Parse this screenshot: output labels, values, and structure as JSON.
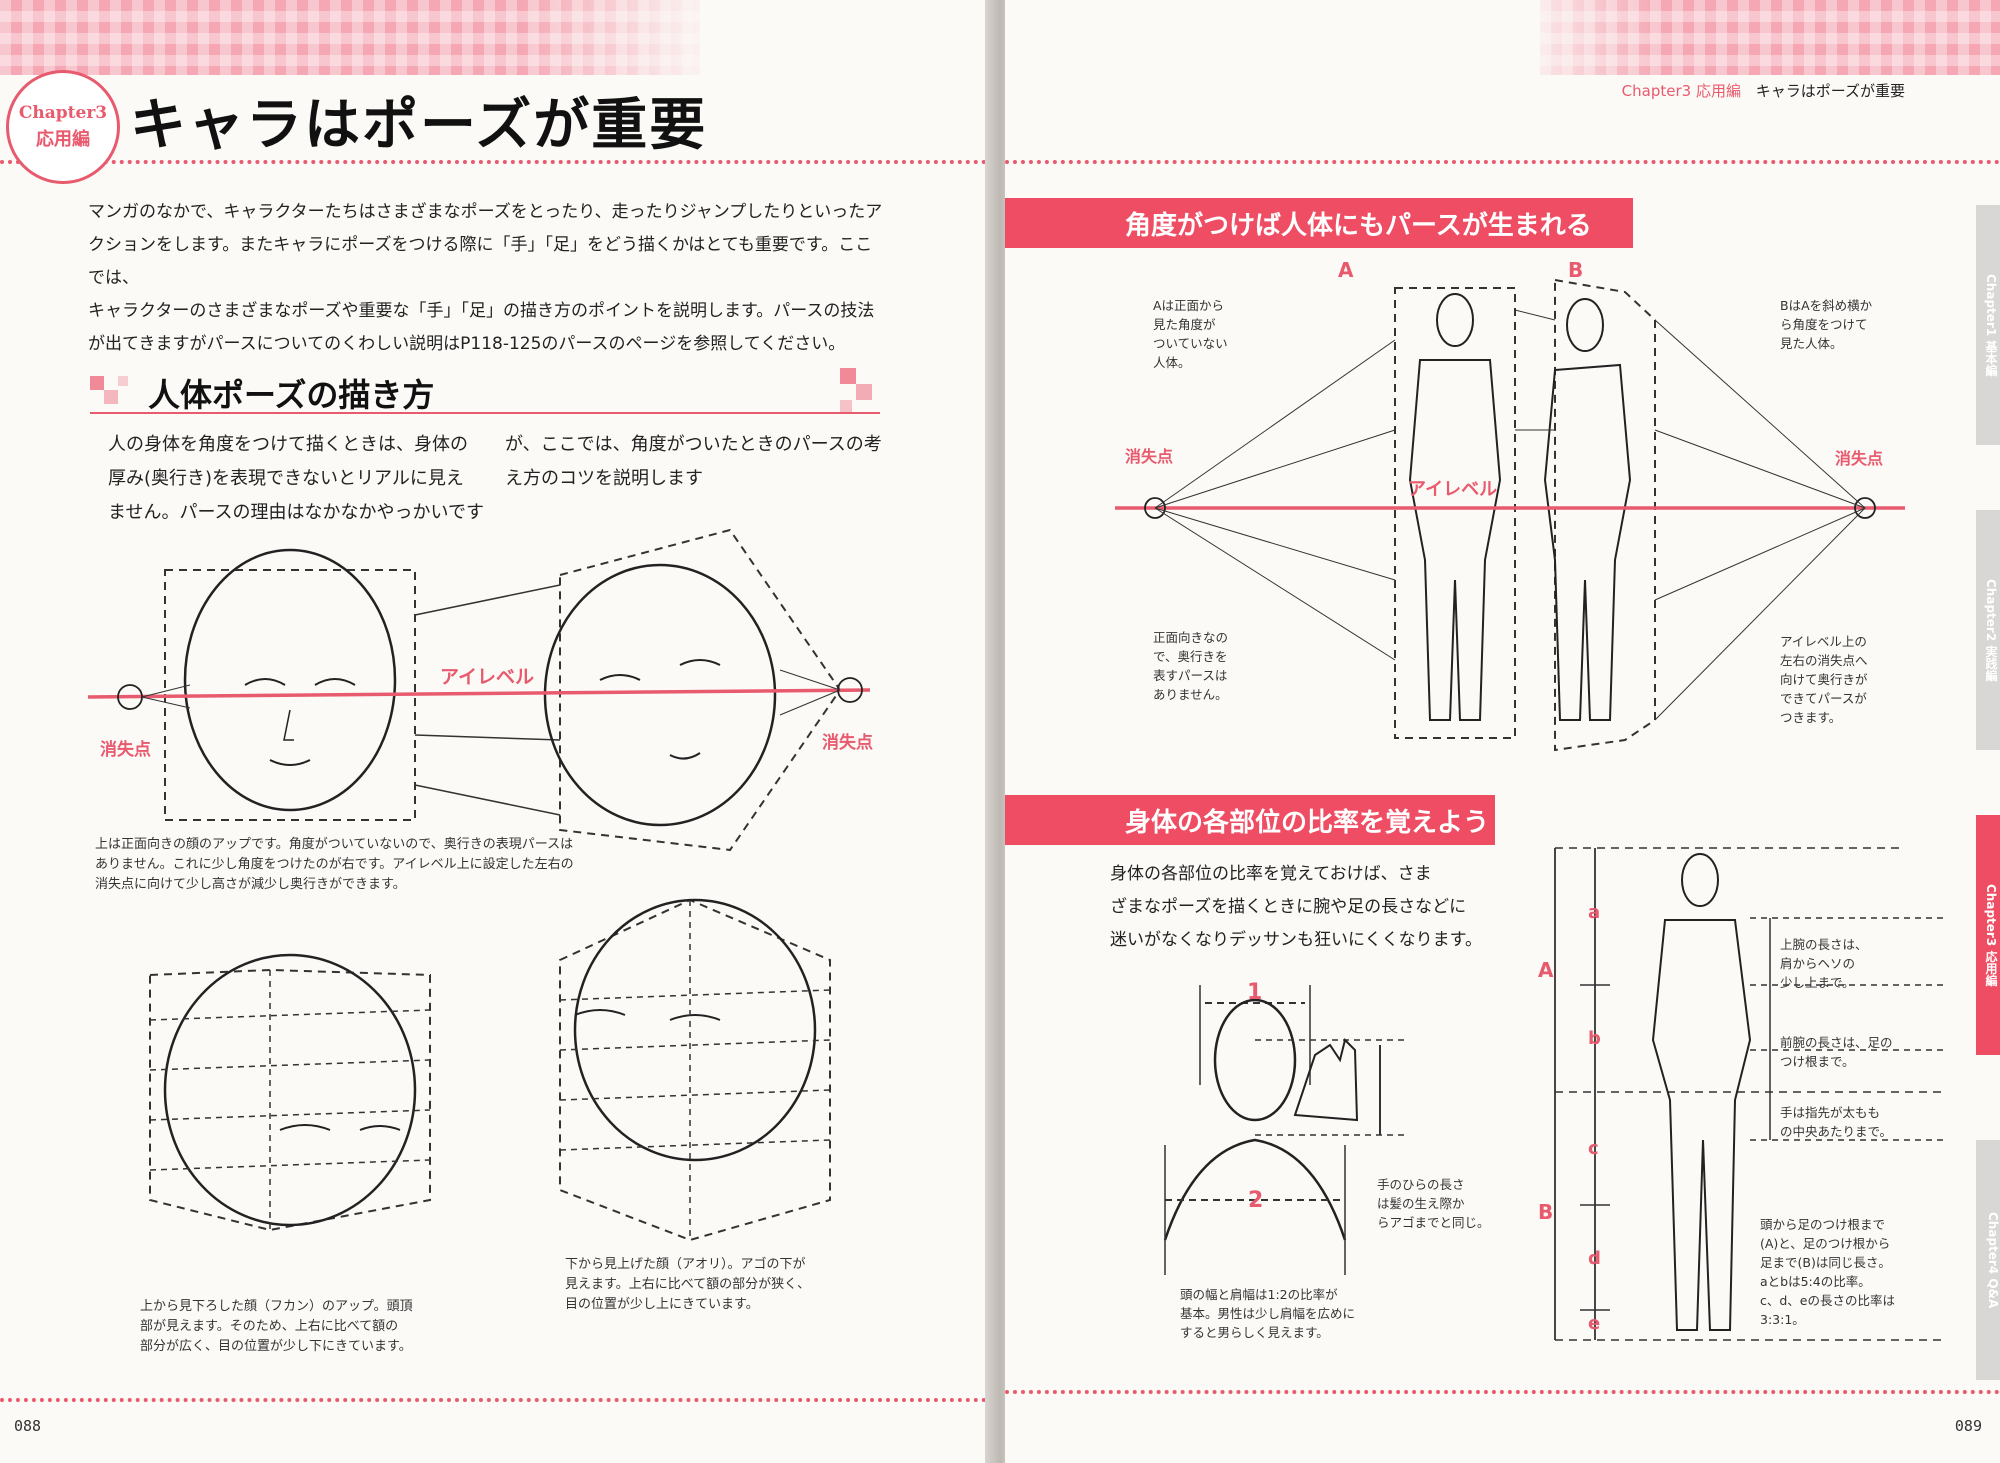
{
  "left_page": {
    "chapter_badge": {
      "line1": "Chapter3",
      "line2": "応用編"
    },
    "title": "キャラはポーズが重要",
    "intro_lines": [
      "マンガのなかで、キャラクターたちはさまざまなポーズをとったり、走ったりジャンプしたりといったア",
      "クションをします。またキャラにポーズをつける際に「手」「足」をどう描くかはとても重要です。ここでは、",
      "キャラクターのさまざまなポーズや重要な「手」「足」の描き方のポイントを説明します。パースの技法",
      "が出てきますがパースについてのくわしい説明はP118-125のパースのページを参照してください。"
    ],
    "section_title": "人体ポーズの描き方",
    "section_text_left": [
      "人の身体を角度をつけて描くときは、身体の",
      "厚み(奥行き)を表現できないとリアルに見え",
      "ません。パースの理由はなかなかやっかいです"
    ],
    "section_text_right": [
      "が、ここでは、角度がついたときのパースの考",
      "え方のコツを説明します"
    ],
    "labels": {
      "eye_level": "アイレベル",
      "vanishing_point": "消失点"
    },
    "caption_front": [
      "上は正面向きの顔のアップです。角度がついていないので、奥行きの表現パースは",
      "ありません。これに少し角度をつけたのが右です。アイレベル上に設定した左右の",
      "消失点に向けて少し高さが減少し奥行きができます。"
    ],
    "caption_fukan": [
      "上から見下ろした顔（フカン）のアップ。頭頂",
      "部が見えます。そのため、上右に比べて額の",
      "部分が広く、目の位置が少し下にきています。"
    ],
    "caption_aori": [
      "下から見上げた顔（アオリ）。アゴの下が",
      "見えます。上右に比べて額の部分が狭く、",
      "目の位置が少し上にきています。"
    ],
    "folio": "088"
  },
  "right_page": {
    "running_head": {
      "chapter": "Chapter3 応用編",
      "title": "キャラはポーズが重要"
    },
    "banner1": "角度がつけば人体にもパースが生まれる",
    "banner2": "身体の各部位の比率を覚えよう",
    "fig_labels": {
      "A": "A",
      "B": "B",
      "eye_level": "アイレベル",
      "vp": "消失点"
    },
    "note_a": [
      "Aは正面から",
      "見た角度が",
      "ついていない",
      "人体。"
    ],
    "note_b": [
      "BはAを斜め横か",
      "ら角度をつけて",
      "見た人体。"
    ],
    "note_front": [
      "正面向きなの",
      "で、奥行きを",
      "表すパースは",
      "ありません。"
    ],
    "note_vp": [
      "アイレベル上の",
      "左右の消失点へ",
      "向けて奥行きが",
      "できてパースが",
      "つきます。"
    ],
    "ratio_text": [
      "身体の各部位の比率を覚えておけば、さま",
      "ざまなポーズを描くときに腕や足の長さなどに",
      "迷いがなくなりデッサンも狂いにくくなります。"
    ],
    "bust_nums": {
      "one": "1",
      "two": "2"
    },
    "note_hand": [
      "手のひらの長さ",
      "は髪の生え際か",
      "らアゴまでと同じ。"
    ],
    "note_shoulder": [
      "頭の幅と肩幅は1:2の比率が",
      "基本。男性は少し肩幅を広めに",
      "すると男らしく見えます。"
    ],
    "ratio_letters": {
      "A": "A",
      "B": "B",
      "a": "a",
      "b": "b",
      "c": "c",
      "d": "d",
      "e": "e"
    },
    "note_upperarm": [
      "上腕の長さは、",
      "肩からヘソの",
      "少し上まで。"
    ],
    "note_forearm": [
      "前腕の長さは、足の",
      "つけ根まで。"
    ],
    "note_hand_tip": [
      "手は指先が太もも",
      "の中央あたりまで。"
    ],
    "note_ratio": [
      "頭から足のつけ根まで",
      "(A)と、足のつけ根から",
      "足まで(B)は同じ長さ。",
      "aとbは5:4の比率。",
      "c、d、eの長さの比率は",
      "3:3:1。"
    ],
    "side_tabs": [
      "Chapter1 基本編",
      "Chapter2 実践編",
      "Chapter3 応用編",
      "Chapter4 Q&A"
    ],
    "folio": "089"
  },
  "colors": {
    "accent": "#e85a6d",
    "banner": "#ef4d63"
  }
}
